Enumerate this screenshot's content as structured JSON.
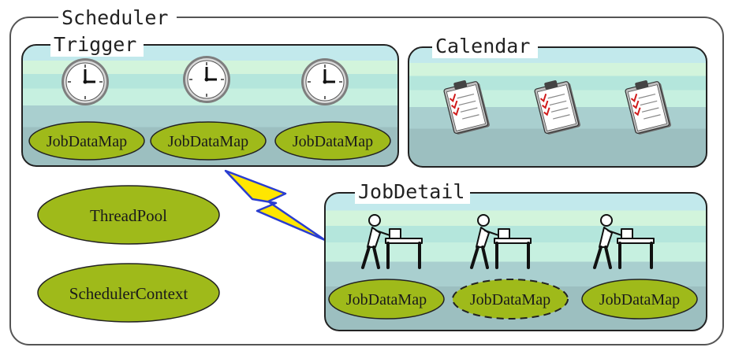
{
  "scheduler": {
    "title": "Scheduler"
  },
  "trigger": {
    "title": "Trigger",
    "maps": [
      "JobDataMap",
      "JobDataMap",
      "JobDataMap"
    ]
  },
  "calendar": {
    "title": "Calendar"
  },
  "jobdetail": {
    "title": "JobDetail",
    "maps": [
      "JobDataMap",
      "JobDataMap",
      "JobDataMap"
    ]
  },
  "threadpool": {
    "label": "ThreadPool"
  },
  "schedulercontext": {
    "label": "SchedulerContext"
  },
  "colors": {
    "ellipse_fill": "#9fba1a",
    "panel_stripe_light": "#c8f0d4",
    "panel_stripe_dark": "#9dbdbd",
    "lightning_fill": "#ffe600",
    "lightning_outline": "#2a3dd1"
  }
}
